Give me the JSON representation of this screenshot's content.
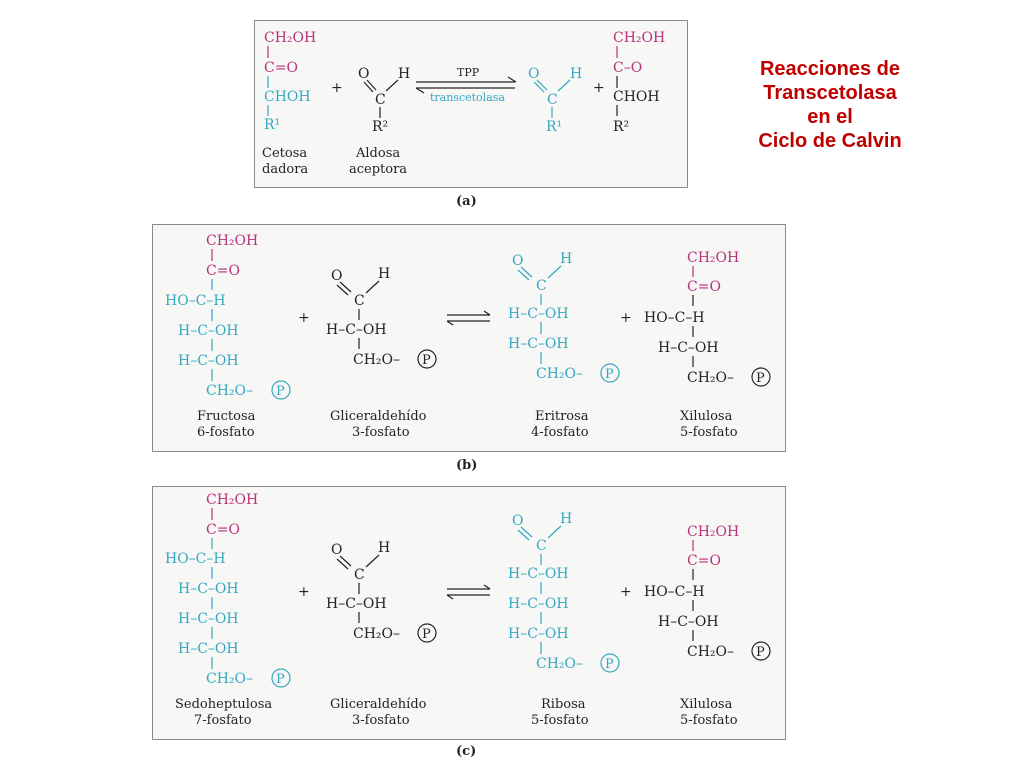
{
  "title": {
    "line1": "Reacciones de",
    "line2": "Transcetolasa",
    "line3": "en el",
    "line4": "Ciclo de Calvin"
  },
  "colors": {
    "magenta": "#b8307a",
    "cyan": "#35a7c3",
    "black": "#222222",
    "title": "#c00000"
  },
  "panel_a": {
    "label": "(a)",
    "arrow_top": "TPP",
    "arrow_bottom": "transcetolasa",
    "cetosa": {
      "ch2oh": "CH₂OH",
      "co": "C=O",
      "choh": "CHOH",
      "r": "R¹",
      "name1": "Cetosa",
      "name2": "dadora"
    },
    "aldosa": {
      "o": "O",
      "h": "H",
      "c": "C",
      "r": "R²",
      "name1": "Aldosa",
      "name2": "aceptora"
    },
    "prod1": {
      "o": "O",
      "h": "H",
      "c": "C",
      "r": "R¹"
    },
    "prod2": {
      "ch2oh": "CH₂OH",
      "co": "C–O",
      "choh": "CHOH",
      "r": "R²"
    },
    "plus": "+"
  },
  "panel_b": {
    "label": "(b)",
    "plus": "+",
    "fructosa": {
      "ch2oh": "CH₂OH",
      "co": "C=O",
      "r1": "HO–C–H",
      "r2": "H–C–OH",
      "r3": "H–C–OH",
      "ch2op": "CH₂O–",
      "p": "P",
      "name1": "Fructosa",
      "name2": "6-fosfato"
    },
    "gliceraldehido": {
      "o": "O",
      "h": "H",
      "c": "C",
      "r1": "H–C–OH",
      "ch2op": "CH₂O–",
      "p": "P",
      "name1": "Gliceraldehído",
      "name2": "3-fosfato"
    },
    "eritrosa": {
      "o": "O",
      "h": "H",
      "c": "C",
      "r1": "H–C–OH",
      "r2": "H–C–OH",
      "ch2op": "CH₂O–",
      "p": "P",
      "name1": "Eritrosa",
      "name2": "4-fosfato"
    },
    "xilulosa": {
      "ch2oh": "CH₂OH",
      "co": "C=O",
      "r1": "HO–C–H",
      "r2": "H–C–OH",
      "ch2op": "CH₂O–",
      "p": "P",
      "name1": "Xilulosa",
      "name2": "5-fosfato"
    }
  },
  "panel_c": {
    "label": "(c)",
    "plus": "+",
    "sedoheptulosa": {
      "ch2oh": "CH₂OH",
      "co": "C=O",
      "r1": "HO–C–H",
      "r2": "H–C–OH",
      "r3": "H–C–OH",
      "r4": "H–C–OH",
      "ch2op": "CH₂O–",
      "p": "P",
      "name1": "Sedoheptulosa",
      "name2": "7-fosfato"
    },
    "gliceraldehido": {
      "o": "O",
      "h": "H",
      "c": "C",
      "r1": "H–C–OH",
      "ch2op": "CH₂O–",
      "p": "P",
      "name1": "Gliceraldehído",
      "name2": "3-fosfato"
    },
    "ribosa": {
      "o": "O",
      "h": "H",
      "c": "C",
      "r1": "H–C–OH",
      "r2": "H–C–OH",
      "r3": "H–C–OH",
      "ch2op": "CH₂O–",
      "p": "P",
      "name1": "Ribosa",
      "name2": "5-fosfato"
    },
    "xilulosa": {
      "ch2oh": "CH₂OH",
      "co": "C=O",
      "r1": "HO–C–H",
      "r2": "H–C–OH",
      "ch2op": "CH₂O–",
      "p": "P",
      "name1": "Xilulosa",
      "name2": "5-fosfato"
    }
  }
}
